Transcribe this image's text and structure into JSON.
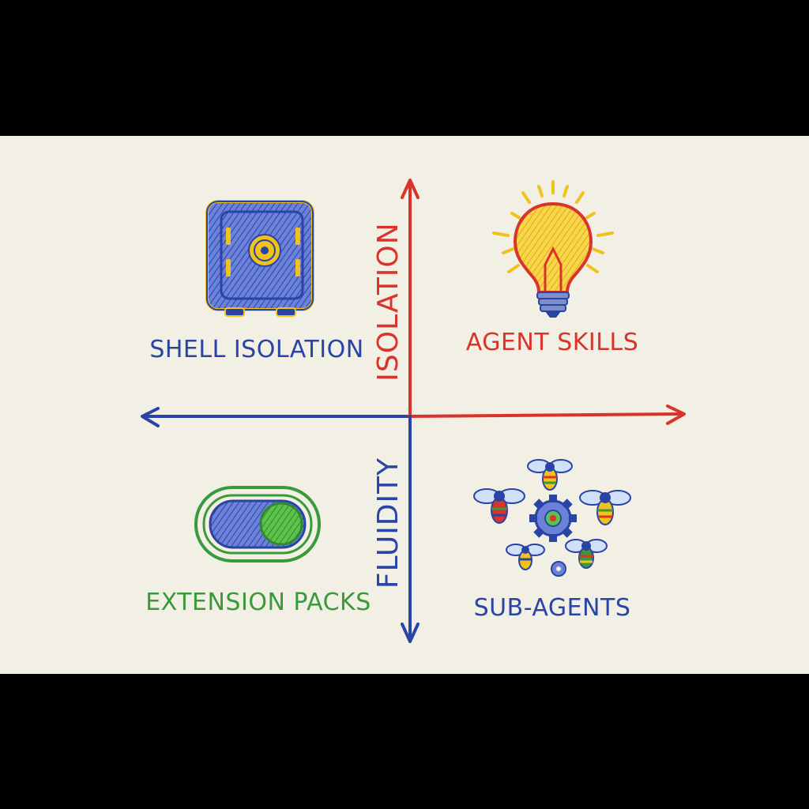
{
  "axes": {
    "vertical_label": "ISOLATION",
    "lower_label": "FLUIDITY"
  },
  "quadrants": {
    "top_left": {
      "label": "SHELL ISOLATION",
      "icon": "safe-icon"
    },
    "top_right": {
      "label": "AGENT SKILLS",
      "icon": "lightbulb-icon"
    },
    "bottom_left": {
      "label": "EXTENSION PACKS",
      "icon": "toggle-switch-icon"
    },
    "bottom_right": {
      "label": "SUB-AGENTS",
      "icon": "bees-and-gears-icon"
    }
  },
  "colors": {
    "paper": "#f2efe4",
    "blue": "#2a44a6",
    "red": "#d9342b",
    "green": "#3a9a3a",
    "yellow": "#f1c21b"
  }
}
